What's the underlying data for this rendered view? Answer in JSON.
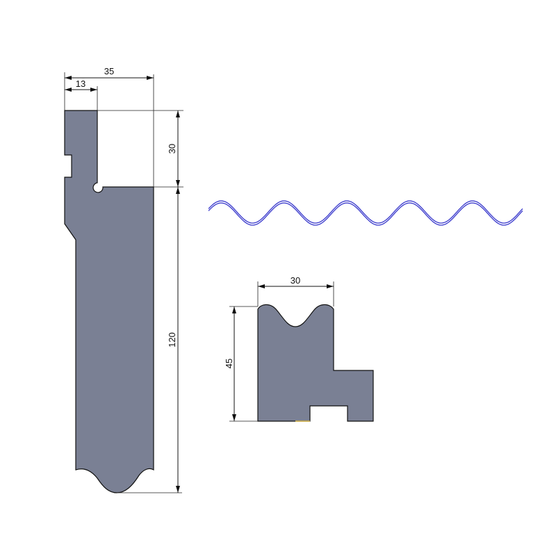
{
  "colors": {
    "part_fill": "#7a8094",
    "wave": "#3a3acc",
    "line": "#111111"
  },
  "punch": {
    "dimensions": {
      "overall_width": "35",
      "tip_width": "13",
      "top_height": "30",
      "body_height": "120"
    }
  },
  "die": {
    "dimensions": {
      "width": "30",
      "height": "45"
    }
  },
  "wave_profile": {
    "periods": 5
  }
}
